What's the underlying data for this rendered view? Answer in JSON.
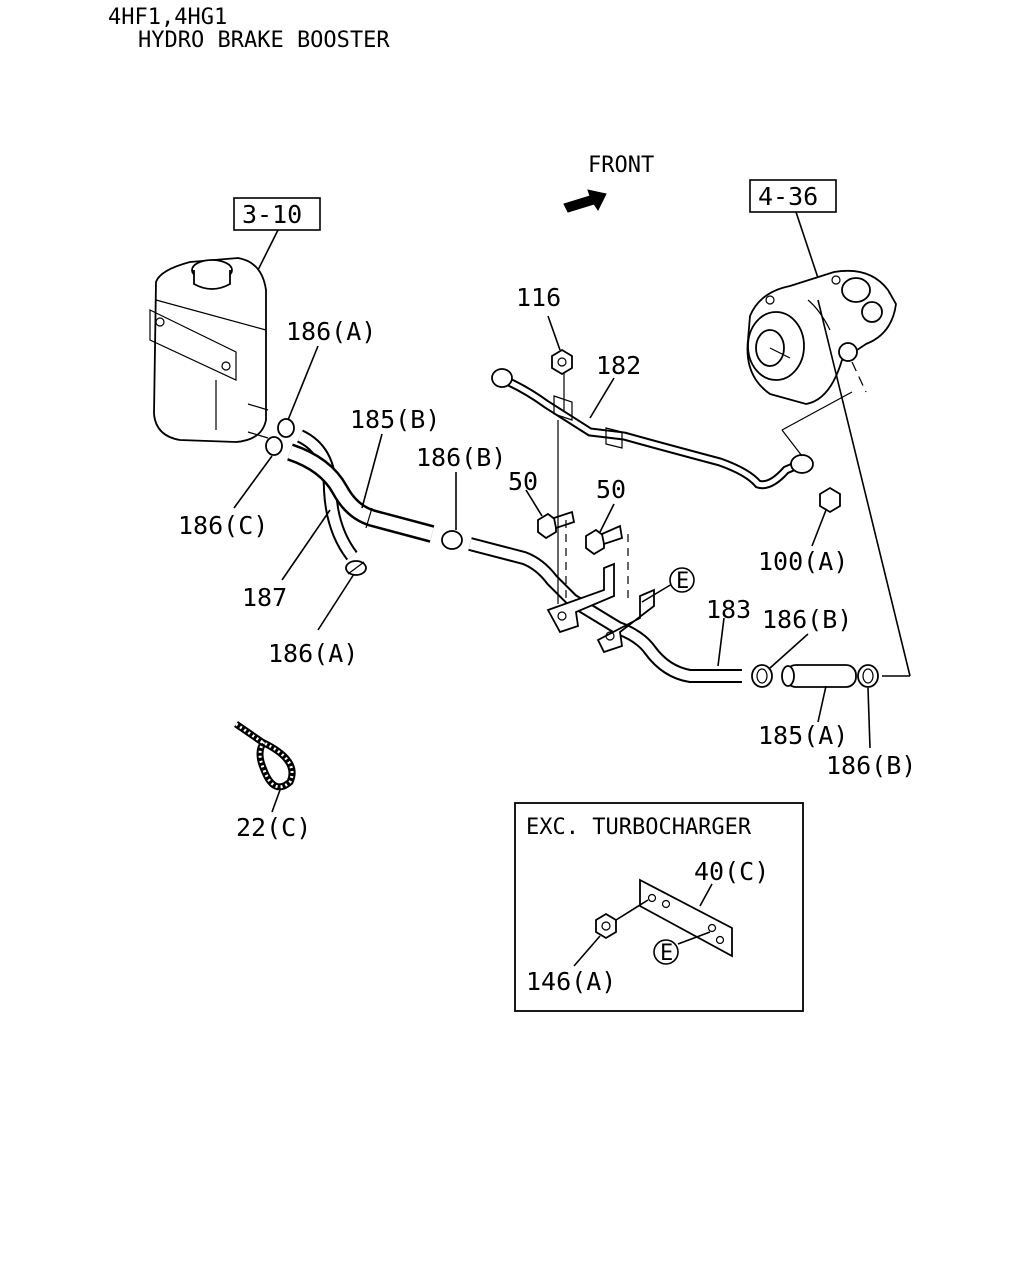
{
  "header": {
    "line1": "4HF1,4HG1",
    "line2": "HYDRO BRAKE BOOSTER"
  },
  "front_label": "FRONT",
  "ref_boxes": {
    "tank_ref": "3-10",
    "pump_ref": "4-36"
  },
  "callouts": {
    "p116": "116",
    "p182": "182",
    "p186a_top": "186(A)",
    "p185b": "185(B)",
    "p186b_mid": "186(B)",
    "p50_left": "50",
    "p50_right": "50",
    "p186c": "186(C)",
    "p187": "187",
    "p186a_bottom": "186(A)",
    "p100a": "100(A)",
    "p183": "183",
    "p186b_right": "186(B)",
    "p185a": "185(A)",
    "p186b_bottom": "186(B)",
    "p22c": "22(C)",
    "marker_e": "E"
  },
  "inset": {
    "title": "EXC. TURBOCHARGER",
    "p40c": "40(C)",
    "p146a": "146(A)",
    "marker_e": "E"
  }
}
